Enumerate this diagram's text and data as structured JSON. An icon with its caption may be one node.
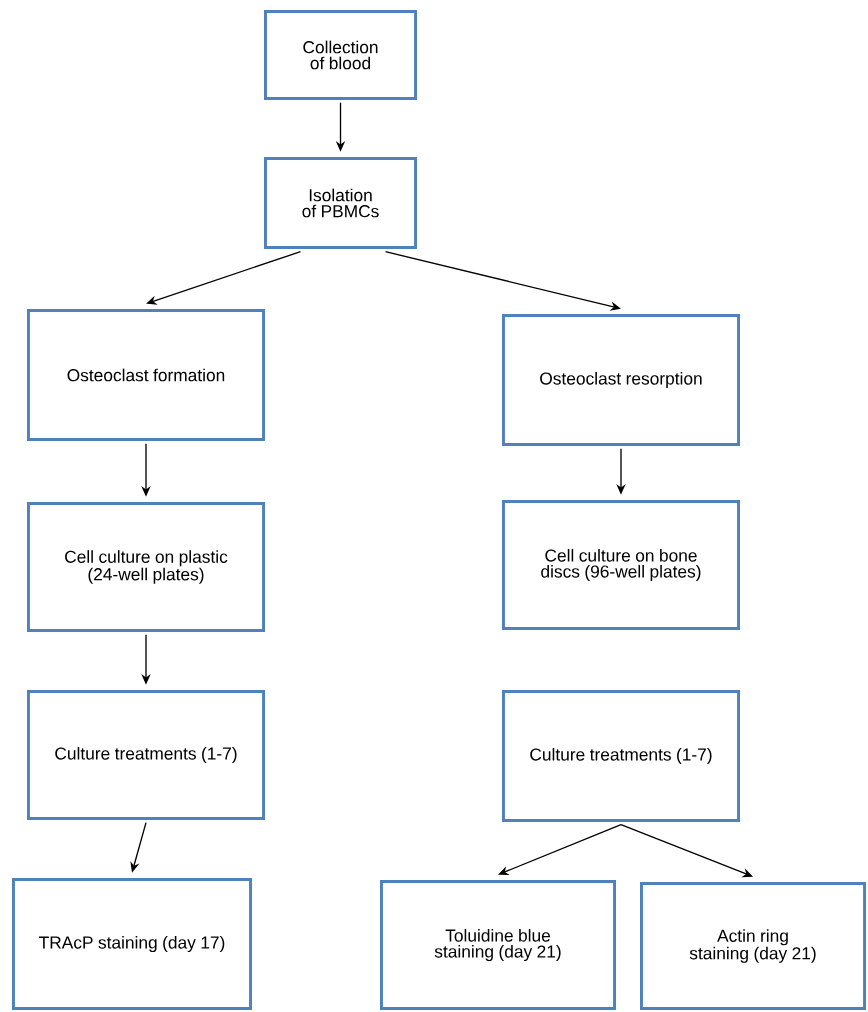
{
  "diagram": {
    "nodes": [
      {
        "text": [
          "Collection of blood"
        ]
      },
      {
        "text": [
          "Isolation of PBMCs"
        ]
      },
      {
        "text": [
          "Osteoclast formation"
        ]
      },
      {
        "text": [
          "Osteoclast resorption"
        ]
      },
      {
        "text": [
          "Cell culture on plastic (24-well plates)"
        ]
      },
      {
        "text": [
          "Cell culture on bone discs (96-well plates)"
        ]
      },
      {
        "text": [
          "Culture treatments (1-7)"
        ]
      },
      {
        "text": [
          "Culture treatments (1-7)"
        ]
      },
      {
        "text": [
          "TRAcP staining (day 17)"
        ]
      },
      {
        "text": [
          "Toluidine blue staining (day 21)"
        ]
      },
      {
        "text": [
          "Actin ring staining (day 21)"
        ]
      }
    ],
    "edges": [
      {
        "from": 0,
        "to": 1,
        "arrow": "to"
      },
      {
        "from": 1,
        "to": 2,
        "arrow": "to"
      },
      {
        "from": 1,
        "to": 3,
        "arrow": "to"
      },
      {
        "from": 2,
        "to": 4,
        "arrow": "to"
      },
      {
        "from": 3,
        "to": 5,
        "arrow": "to"
      },
      {
        "from": 4,
        "to": 6,
        "arrow": "to"
      },
      {
        "from": 6,
        "to": 8,
        "arrow": "to"
      },
      {
        "from": 7,
        "to": 9,
        "arrow": "to"
      },
      {
        "from": 7,
        "to": 10,
        "arrow": "to"
      }
    ]
  }
}
